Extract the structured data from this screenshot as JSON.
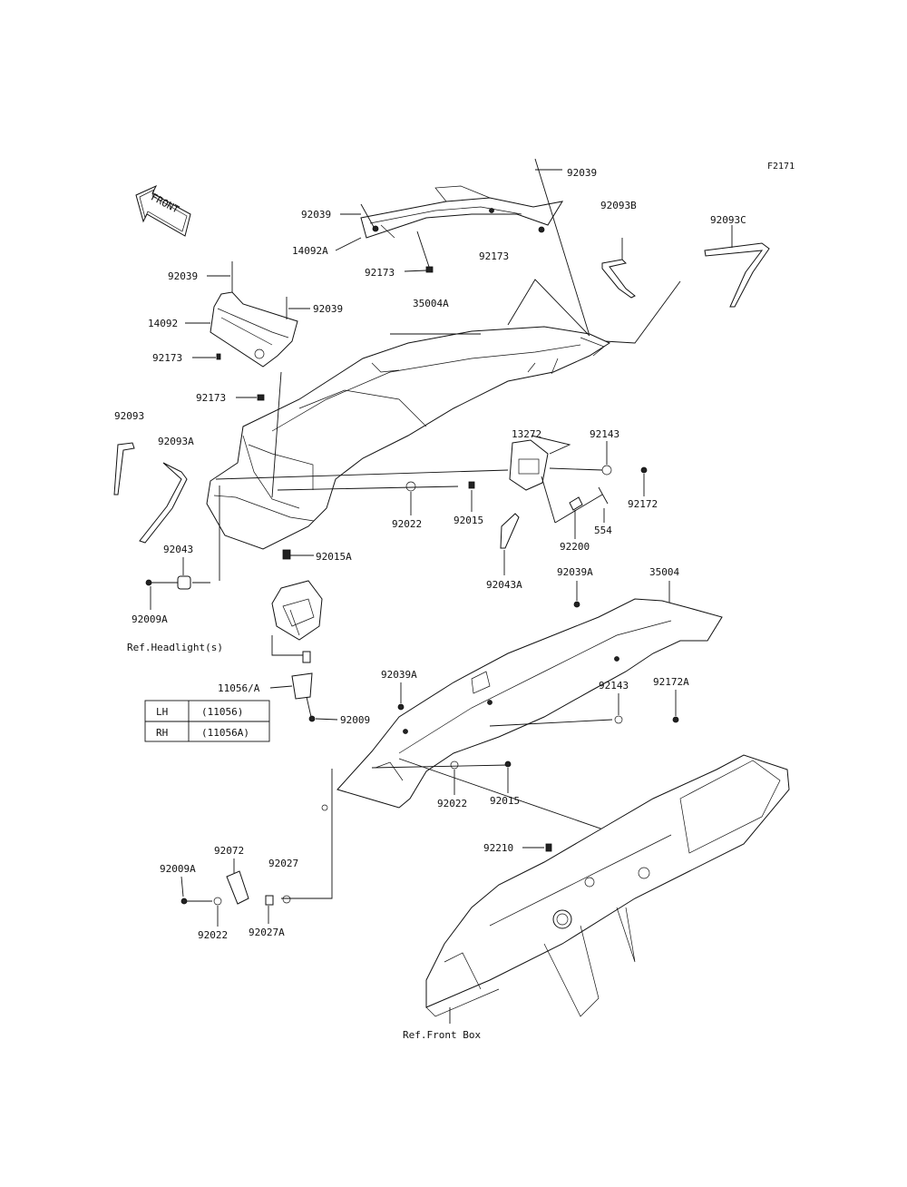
{
  "figure_code": "F2171",
  "front_label": "FRONT",
  "labels": {
    "p92039_top_right": "92039",
    "p92039_top_left": "92039",
    "p14092A": "14092A",
    "p92173_top_left": "92173",
    "p92173_top_right": "92173",
    "p92093B": "92093B",
    "p92093C": "92093C",
    "p92039_side_top": "92039",
    "p92039_side": "92039",
    "p35004A": "35004A",
    "p14092": "14092",
    "p92173_side": "92173",
    "p92173_side_bottom": "92173",
    "p92093": "92093",
    "p92093A": "92093A",
    "p13272": "13272",
    "p92143_top": "92143",
    "p92172": "92172",
    "p554": "554",
    "p92200": "92200",
    "p92022_mid": "92022",
    "p92015_mid": "92015",
    "p92015A": "92015A",
    "p92043": "92043",
    "p92009A_top": "92009A",
    "p92043A": "92043A",
    "p92039A_top": "92039A",
    "p35004": "35004",
    "p11056A": "11056/A",
    "p92009": "92009",
    "p92039A_mid": "92039A",
    "p92143_mid": "92143",
    "p92172A": "92172A",
    "p92022_low": "92022",
    "p92015_low": "92015",
    "p92210": "92210",
    "p92072": "92072",
    "p92027": "92027",
    "p92009A_low": "92009A",
    "p92022_bottom": "92022",
    "p92027A": "92027A"
  },
  "refs": {
    "headlight": "Ref.Headlight(s)",
    "front_box": "Ref.Front Box"
  },
  "side_table": {
    "rows": [
      {
        "side": "LH",
        "part": "(11056)"
      },
      {
        "side": "RH",
        "part": "(11056A)"
      }
    ]
  }
}
